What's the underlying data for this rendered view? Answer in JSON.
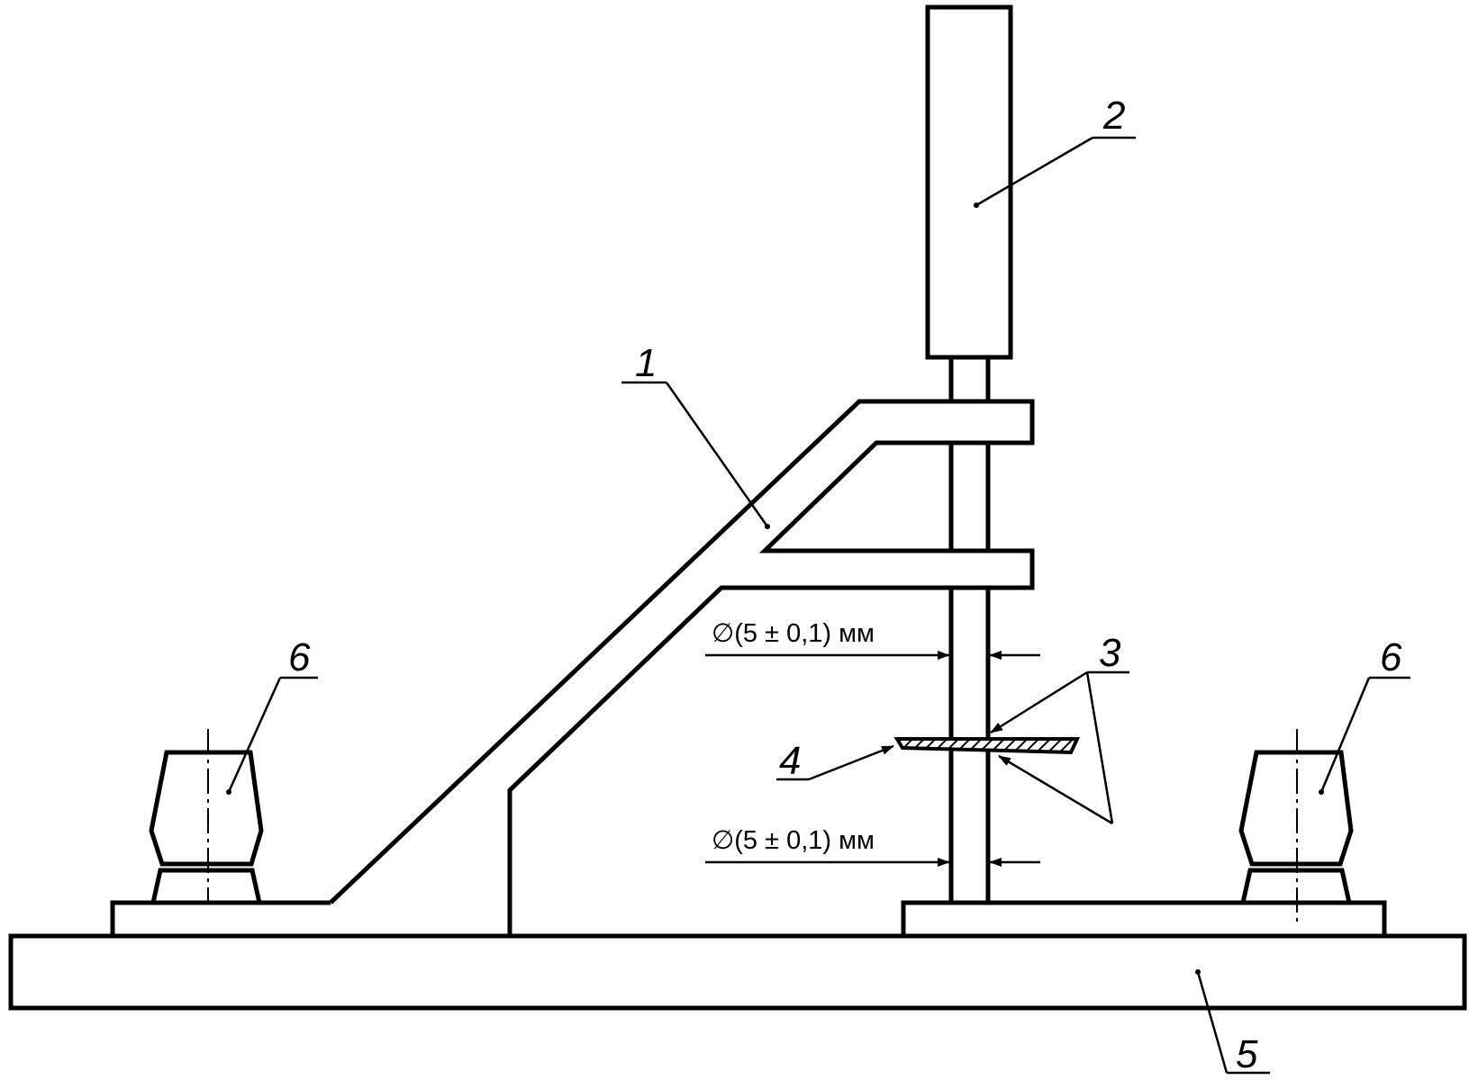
{
  "callouts": {
    "c1": "1",
    "c2": "2",
    "c3": "3",
    "c4": "4",
    "c5": "5",
    "c6_left": "6",
    "c6_right": "6"
  },
  "dimensions": {
    "upper": "∅(5 ± 0,1) мм",
    "lower": "∅(5 ± 0,1) мм"
  }
}
